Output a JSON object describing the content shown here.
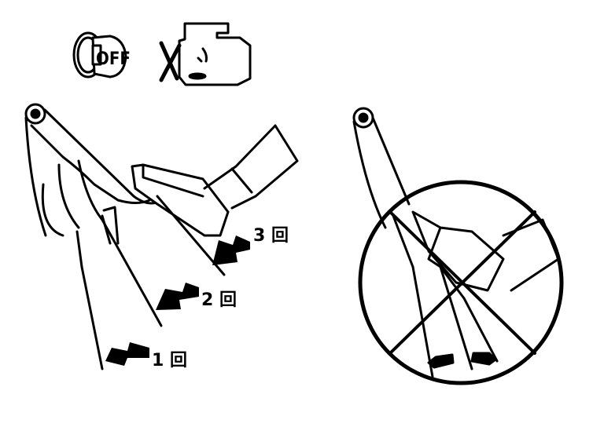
{
  "icons": {
    "ignition_key": "key-off-icon",
    "engine": "engine-off-icon",
    "key_text": "OFF"
  },
  "steps": [
    {
      "label": "3 回"
    },
    {
      "label": "2 回"
    },
    {
      "label": "1 回"
    }
  ],
  "prohibited": "prohibited-pumping-icon"
}
